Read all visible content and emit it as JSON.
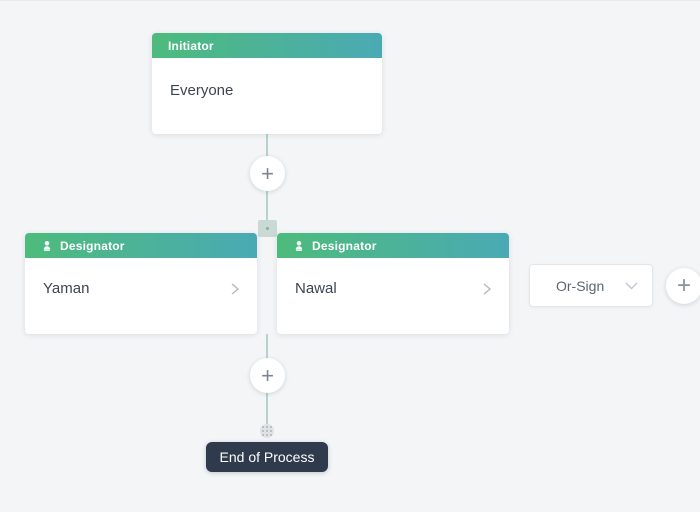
{
  "workflow": {
    "initiator": {
      "type_label": "Initiator",
      "value": "Everyone"
    },
    "designators": [
      {
        "type_label": "Designator",
        "value": "Yaman"
      },
      {
        "type_label": "Designator",
        "value": "Nawal"
      }
    ],
    "sign_mode": {
      "selected": "Or-Sign"
    },
    "end_label": "End of Process"
  },
  "icons": {
    "plus": "+"
  },
  "colors": {
    "canvas_bg": "#f3f5f7",
    "header_gradient_start": "#4dbb7c",
    "header_gradient_end": "#4aaab4",
    "connector_line": "#b7d3c9",
    "end_badge_bg": "#2f3a4d"
  }
}
